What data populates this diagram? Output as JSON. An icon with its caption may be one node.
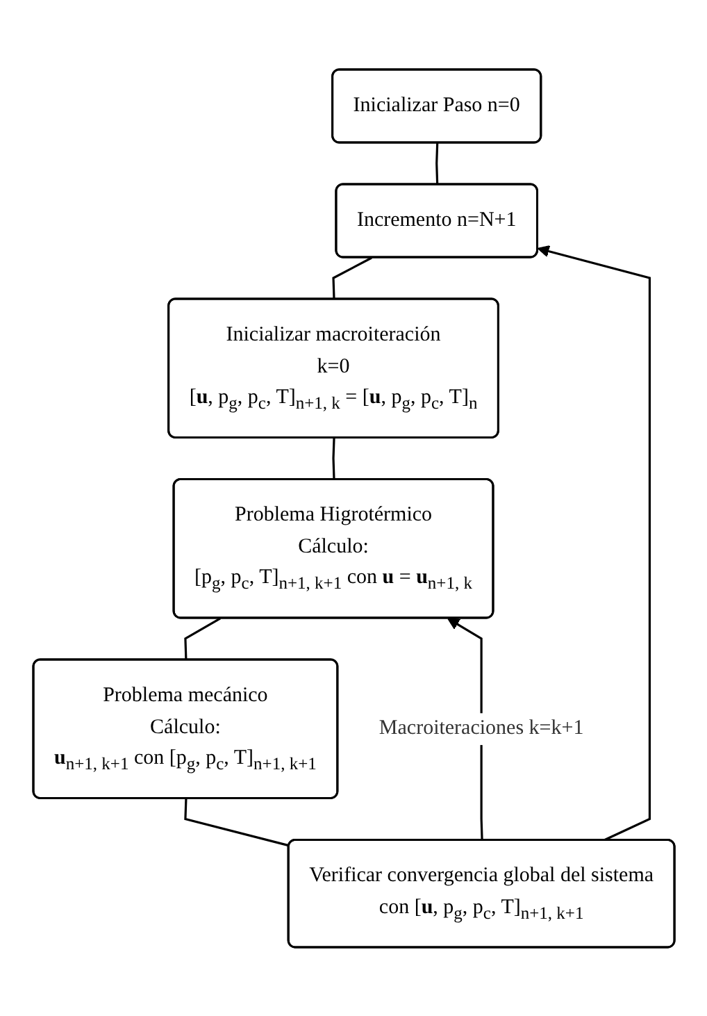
{
  "diagram": {
    "nodes": [
      {
        "text": [
          "Inicializar Paso n=0"
        ]
      },
      {
        "text": [
          "Incremento n=N+1"
        ]
      },
      {
        "text": [
          "Inicializar macroiteración",
          "k=0",
          "[**u**, p$_{g}$, p$_{c}$, T]$_{n+1, k}$ = [**u**, p$_{g}$, p$_{c}$, T]$_{n}$"
        ]
      },
      {
        "text": [
          "Problema Higrotérmico",
          "Cálculo:",
          "[p$_{g}$, p$_{c}$, T]$_{n+1, k+1}$ con **u** = **u**$_{n+1, k}$"
        ]
      },
      {
        "text": [
          "Problema mecánico",
          "Cálculo:",
          "**u**$_{n+1, k+1}$ con [p$_{g}$, p$_{c}$, T]$_{n+1, k+1}$"
        ]
      },
      {
        "text": [
          "Verificar convergencia global del sistema",
          "con [**u**, p$_{g}$, p$_{c}$, T]$_{n+1, k+1}$"
        ]
      }
    ],
    "edges": [
      {
        "from": 0,
        "to": 1,
        "arrow": "none"
      },
      {
        "from": 1,
        "to": 2,
        "arrow": "none"
      },
      {
        "from": 2,
        "to": 3,
        "arrow": "none"
      },
      {
        "from": 3,
        "to": 4,
        "arrow": "none"
      },
      {
        "from": 4,
        "to": 5,
        "arrow": "none"
      },
      {
        "from": 5,
        "to": 3,
        "arrow": "to",
        "label": "Macroiteraciones k=k+1"
      },
      {
        "from": 5,
        "to": 1,
        "arrow": "to"
      }
    ]
  }
}
